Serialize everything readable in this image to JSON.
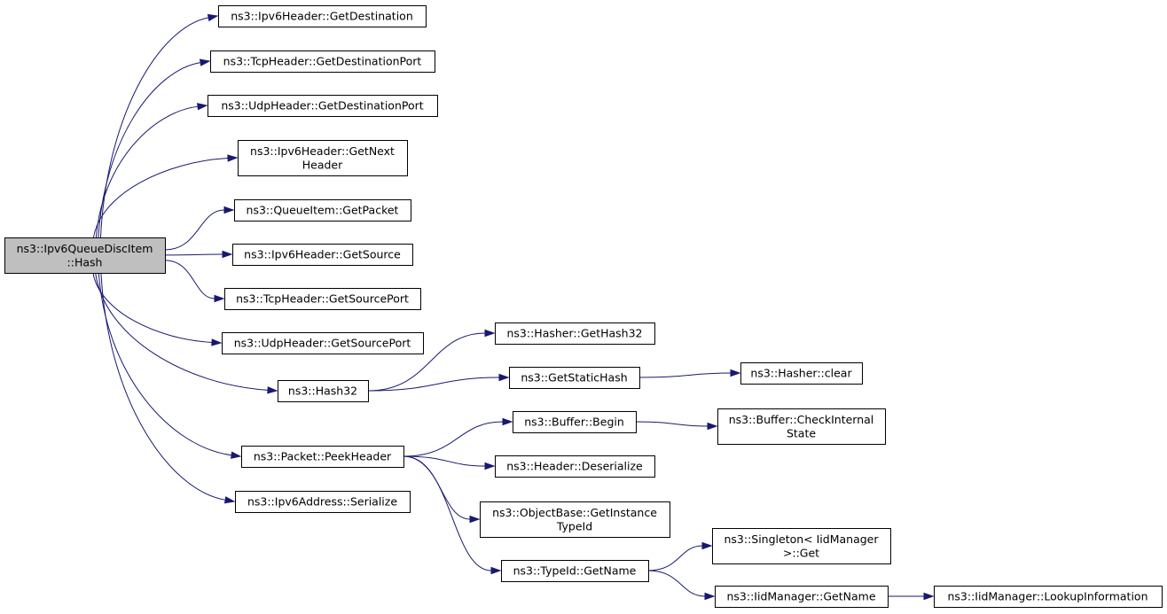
{
  "graph": {
    "colors": {
      "edge": "#191970",
      "root_fill": "#bfbfbf",
      "node_fill": "#ffffff",
      "node_border": "#000000"
    },
    "nodes": [
      {
        "id": "root",
        "lines": [
          "ns3::Ipv6QueueDiscItem",
          "::Hash"
        ],
        "root": true
      },
      {
        "id": "ipv6_getdest",
        "lines": [
          "ns3::Ipv6Header::GetDestination"
        ]
      },
      {
        "id": "tcp_getdestport",
        "lines": [
          "ns3::TcpHeader::GetDestinationPort"
        ]
      },
      {
        "id": "udp_getdestport",
        "lines": [
          "ns3::UdpHeader::GetDestinationPort"
        ]
      },
      {
        "id": "ipv6_getnext",
        "lines": [
          "ns3::Ipv6Header::GetNext",
          "Header"
        ]
      },
      {
        "id": "queueitem_getpacket",
        "lines": [
          "ns3::QueueItem::GetPacket"
        ]
      },
      {
        "id": "ipv6_getsource",
        "lines": [
          "ns3::Ipv6Header::GetSource"
        ]
      },
      {
        "id": "tcp_getsourceport",
        "lines": [
          "ns3::TcpHeader::GetSourcePort"
        ]
      },
      {
        "id": "udp_getsourceport",
        "lines": [
          "ns3::UdpHeader::GetSourcePort"
        ]
      },
      {
        "id": "hash32",
        "lines": [
          "ns3::Hash32"
        ]
      },
      {
        "id": "peekheader",
        "lines": [
          "ns3::Packet::PeekHeader"
        ]
      },
      {
        "id": "ipv6addr_serialize",
        "lines": [
          "ns3::Ipv6Address::Serialize"
        ]
      },
      {
        "id": "hasher_gethash32",
        "lines": [
          "ns3::Hasher::GetHash32"
        ]
      },
      {
        "id": "getstatichash",
        "lines": [
          "ns3::GetStaticHash"
        ]
      },
      {
        "id": "hasher_clear",
        "lines": [
          "ns3::Hasher::clear"
        ]
      },
      {
        "id": "buffer_begin",
        "lines": [
          "ns3::Buffer::Begin"
        ]
      },
      {
        "id": "buffer_checkinternal",
        "lines": [
          "ns3::Buffer::CheckInternal",
          "State"
        ]
      },
      {
        "id": "header_deserialize",
        "lines": [
          "ns3::Header::Deserialize"
        ]
      },
      {
        "id": "objectbase_getinstance",
        "lines": [
          "ns3::ObjectBase::GetInstance",
          "TypeId"
        ]
      },
      {
        "id": "typeid_getname",
        "lines": [
          "ns3::TypeId::GetName"
        ]
      },
      {
        "id": "singleton_get",
        "lines": [
          "ns3::Singleton< IidManager",
          " >::Get"
        ]
      },
      {
        "id": "iidmanager_getname",
        "lines": [
          "ns3::IidManager::GetName"
        ]
      },
      {
        "id": "iidmanager_lookup",
        "lines": [
          "ns3::IidManager::LookupInformation"
        ]
      }
    ],
    "edges": [
      {
        "from": "root",
        "to": "ipv6_getdest"
      },
      {
        "from": "root",
        "to": "tcp_getdestport"
      },
      {
        "from": "root",
        "to": "udp_getdestport"
      },
      {
        "from": "root",
        "to": "ipv6_getnext"
      },
      {
        "from": "root",
        "to": "queueitem_getpacket"
      },
      {
        "from": "root",
        "to": "ipv6_getsource"
      },
      {
        "from": "root",
        "to": "tcp_getsourceport"
      },
      {
        "from": "root",
        "to": "udp_getsourceport"
      },
      {
        "from": "root",
        "to": "hash32"
      },
      {
        "from": "root",
        "to": "peekheader"
      },
      {
        "from": "root",
        "to": "ipv6addr_serialize"
      },
      {
        "from": "hash32",
        "to": "hasher_gethash32"
      },
      {
        "from": "hash32",
        "to": "getstatichash"
      },
      {
        "from": "getstatichash",
        "to": "hasher_clear"
      },
      {
        "from": "peekheader",
        "to": "buffer_begin"
      },
      {
        "from": "peekheader",
        "to": "header_deserialize"
      },
      {
        "from": "peekheader",
        "to": "objectbase_getinstance"
      },
      {
        "from": "peekheader",
        "to": "typeid_getname"
      },
      {
        "from": "buffer_begin",
        "to": "buffer_checkinternal"
      },
      {
        "from": "typeid_getname",
        "to": "singleton_get"
      },
      {
        "from": "typeid_getname",
        "to": "iidmanager_getname"
      },
      {
        "from": "iidmanager_getname",
        "to": "iidmanager_lookup"
      }
    ]
  }
}
